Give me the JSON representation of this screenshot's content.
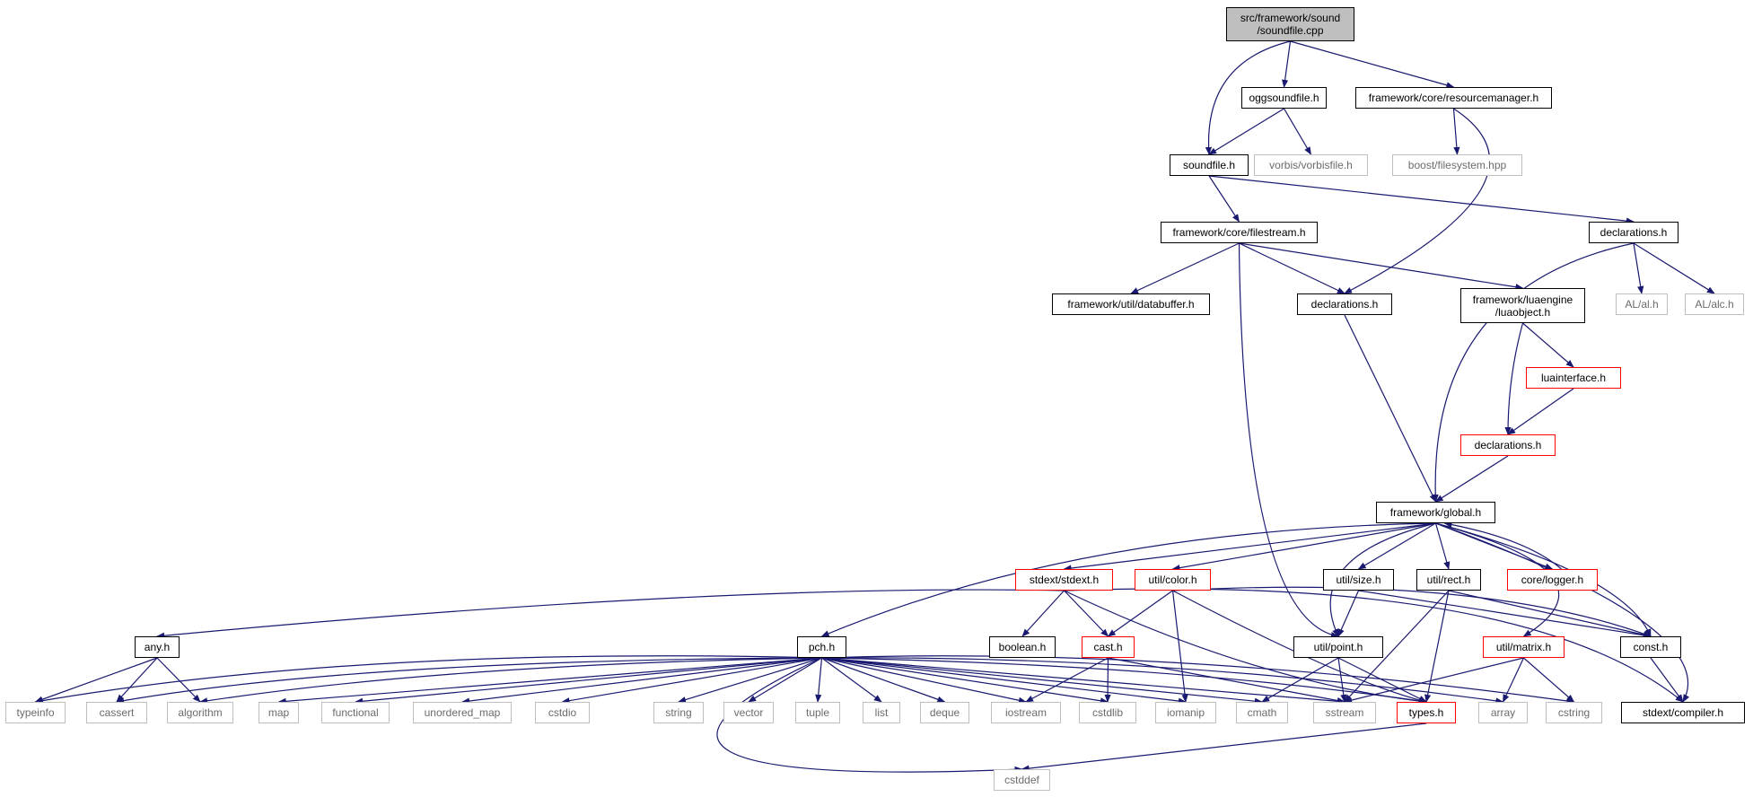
{
  "graph": {
    "edge_color": "#191970",
    "colors": {
      "node_border": "#000000",
      "external_border": "#bfbfbf",
      "truncated_border": "#ff0000",
      "root_fill": "#bfbfbf"
    },
    "nodes": [
      {
        "id": "root",
        "label": "src/framework/sound\n/soundfile.cpp",
        "kind": "root"
      },
      {
        "id": "oggsoundfile",
        "label": "oggsoundfile.h",
        "kind": "std"
      },
      {
        "id": "resourcemanager",
        "label": "framework/core/resourcemanager.h",
        "kind": "std"
      },
      {
        "id": "soundfile",
        "label": "soundfile.h",
        "kind": "std"
      },
      {
        "id": "vorbisfile",
        "label": "vorbis/vorbisfile.h",
        "kind": "ext"
      },
      {
        "id": "boostfs",
        "label": "boost/filesystem.hpp",
        "kind": "ext"
      },
      {
        "id": "filestream",
        "label": "framework/core/filestream.h",
        "kind": "std"
      },
      {
        "id": "declsound",
        "label": "declarations.h",
        "kind": "std"
      },
      {
        "id": "databuffer",
        "label": "framework/util/databuffer.h",
        "kind": "std"
      },
      {
        "id": "declcore",
        "label": "declarations.h",
        "kind": "std"
      },
      {
        "id": "luaobject",
        "label": "framework/luaengine\n/luaobject.h",
        "kind": "std"
      },
      {
        "id": "alh",
        "label": "AL/al.h",
        "kind": "ext"
      },
      {
        "id": "alch",
        "label": "AL/alc.h",
        "kind": "ext"
      },
      {
        "id": "luainterface",
        "label": "luainterface.h",
        "kind": "trunc"
      },
      {
        "id": "decllua",
        "label": "declarations.h",
        "kind": "trunc"
      },
      {
        "id": "global",
        "label": "framework/global.h",
        "kind": "std"
      },
      {
        "id": "stdext",
        "label": "stdext/stdext.h",
        "kind": "trunc"
      },
      {
        "id": "color",
        "label": "util/color.h",
        "kind": "trunc"
      },
      {
        "id": "size",
        "label": "util/size.h",
        "kind": "std"
      },
      {
        "id": "rect",
        "label": "util/rect.h",
        "kind": "std"
      },
      {
        "id": "logger",
        "label": "core/logger.h",
        "kind": "trunc"
      },
      {
        "id": "anyh",
        "label": "any.h",
        "kind": "std"
      },
      {
        "id": "pch",
        "label": "pch.h",
        "kind": "std"
      },
      {
        "id": "boolean",
        "label": "boolean.h",
        "kind": "std"
      },
      {
        "id": "cast",
        "label": "cast.h",
        "kind": "trunc"
      },
      {
        "id": "point",
        "label": "util/point.h",
        "kind": "std"
      },
      {
        "id": "matrix",
        "label": "util/matrix.h",
        "kind": "trunc"
      },
      {
        "id": "consth",
        "label": "const.h",
        "kind": "std"
      },
      {
        "id": "typeinfo",
        "label": "typeinfo",
        "kind": "ext"
      },
      {
        "id": "cassert",
        "label": "cassert",
        "kind": "ext"
      },
      {
        "id": "algorithm",
        "label": "algorithm",
        "kind": "ext"
      },
      {
        "id": "map",
        "label": "map",
        "kind": "ext"
      },
      {
        "id": "functional",
        "label": "functional",
        "kind": "ext"
      },
      {
        "id": "unordered_map",
        "label": "unordered_map",
        "kind": "ext"
      },
      {
        "id": "cstdio",
        "label": "cstdio",
        "kind": "ext"
      },
      {
        "id": "string",
        "label": "string",
        "kind": "ext"
      },
      {
        "id": "vector",
        "label": "vector",
        "kind": "ext"
      },
      {
        "id": "tuple",
        "label": "tuple",
        "kind": "ext"
      },
      {
        "id": "list",
        "label": "list",
        "kind": "ext"
      },
      {
        "id": "deque",
        "label": "deque",
        "kind": "ext"
      },
      {
        "id": "iostream",
        "label": "iostream",
        "kind": "ext"
      },
      {
        "id": "cstdlib",
        "label": "cstdlib",
        "kind": "ext"
      },
      {
        "id": "iomanip",
        "label": "iomanip",
        "kind": "ext"
      },
      {
        "id": "cmath",
        "label": "cmath",
        "kind": "ext"
      },
      {
        "id": "sstream",
        "label": "sstream",
        "kind": "ext"
      },
      {
        "id": "types",
        "label": "types.h",
        "kind": "trunc"
      },
      {
        "id": "array",
        "label": "array",
        "kind": "ext"
      },
      {
        "id": "cstring",
        "label": "cstring",
        "kind": "ext"
      },
      {
        "id": "compiler",
        "label": "stdext/compiler.h",
        "kind": "std"
      },
      {
        "id": "cstddef",
        "label": "cstddef",
        "kind": "ext"
      }
    ],
    "edges": [
      [
        "root",
        "oggsoundfile"
      ],
      [
        "root",
        "resourcemanager"
      ],
      [
        "root",
        "soundfile"
      ],
      [
        "oggsoundfile",
        "soundfile"
      ],
      [
        "oggsoundfile",
        "vorbisfile"
      ],
      [
        "resourcemanager",
        "boostfs"
      ],
      [
        "resourcemanager",
        "declcore"
      ],
      [
        "soundfile",
        "filestream"
      ],
      [
        "soundfile",
        "declsound"
      ],
      [
        "filestream",
        "databuffer"
      ],
      [
        "filestream",
        "declcore"
      ],
      [
        "filestream",
        "luaobject"
      ],
      [
        "filestream",
        "point"
      ],
      [
        "declsound",
        "global"
      ],
      [
        "declsound",
        "alh"
      ],
      [
        "declsound",
        "alch"
      ],
      [
        "declcore",
        "global"
      ],
      [
        "luaobject",
        "luainterface"
      ],
      [
        "luaobject",
        "decllua"
      ],
      [
        "luainterface",
        "decllua"
      ],
      [
        "decllua",
        "global"
      ],
      [
        "global",
        "pch"
      ],
      [
        "global",
        "stdext"
      ],
      [
        "global",
        "color"
      ],
      [
        "global",
        "size"
      ],
      [
        "global",
        "rect"
      ],
      [
        "global",
        "logger"
      ],
      [
        "global",
        "point"
      ],
      [
        "global",
        "matrix"
      ],
      [
        "global",
        "consth"
      ],
      [
        "global",
        "compiler"
      ],
      [
        "logger",
        "global"
      ],
      [
        "stdext",
        "anyh"
      ],
      [
        "stdext",
        "boolean"
      ],
      [
        "stdext",
        "cast"
      ],
      [
        "stdext",
        "types"
      ],
      [
        "stdext",
        "compiler"
      ],
      [
        "color",
        "cast"
      ],
      [
        "color",
        "iomanip"
      ],
      [
        "color",
        "types"
      ],
      [
        "color",
        "consth"
      ],
      [
        "size",
        "point"
      ],
      [
        "size",
        "consth"
      ],
      [
        "rect",
        "types"
      ],
      [
        "rect",
        "sstream"
      ],
      [
        "rect",
        "consth"
      ],
      [
        "anyh",
        "typeinfo"
      ],
      [
        "anyh",
        "cassert"
      ],
      [
        "anyh",
        "algorithm"
      ],
      [
        "pch",
        "typeinfo"
      ],
      [
        "pch",
        "cassert"
      ],
      [
        "pch",
        "algorithm"
      ],
      [
        "pch",
        "map"
      ],
      [
        "pch",
        "functional"
      ],
      [
        "pch",
        "unordered_map"
      ],
      [
        "pch",
        "cstdio"
      ],
      [
        "pch",
        "string"
      ],
      [
        "pch",
        "vector"
      ],
      [
        "pch",
        "tuple"
      ],
      [
        "pch",
        "list"
      ],
      [
        "pch",
        "deque"
      ],
      [
        "pch",
        "iostream"
      ],
      [
        "pch",
        "cstdlib"
      ],
      [
        "pch",
        "iomanip"
      ],
      [
        "pch",
        "cmath"
      ],
      [
        "pch",
        "sstream"
      ],
      [
        "pch",
        "types"
      ],
      [
        "pch",
        "array"
      ],
      [
        "pch",
        "cstring"
      ],
      [
        "pch",
        "cstddef"
      ],
      [
        "cast",
        "iostream"
      ],
      [
        "cast",
        "cstdlib"
      ],
      [
        "cast",
        "sstream"
      ],
      [
        "point",
        "cmath"
      ],
      [
        "point",
        "sstream"
      ],
      [
        "point",
        "types"
      ],
      [
        "matrix",
        "sstream"
      ],
      [
        "matrix",
        "array"
      ],
      [
        "matrix",
        "cstring"
      ],
      [
        "consth",
        "compiler"
      ],
      [
        "types",
        "cstddef"
      ]
    ]
  }
}
